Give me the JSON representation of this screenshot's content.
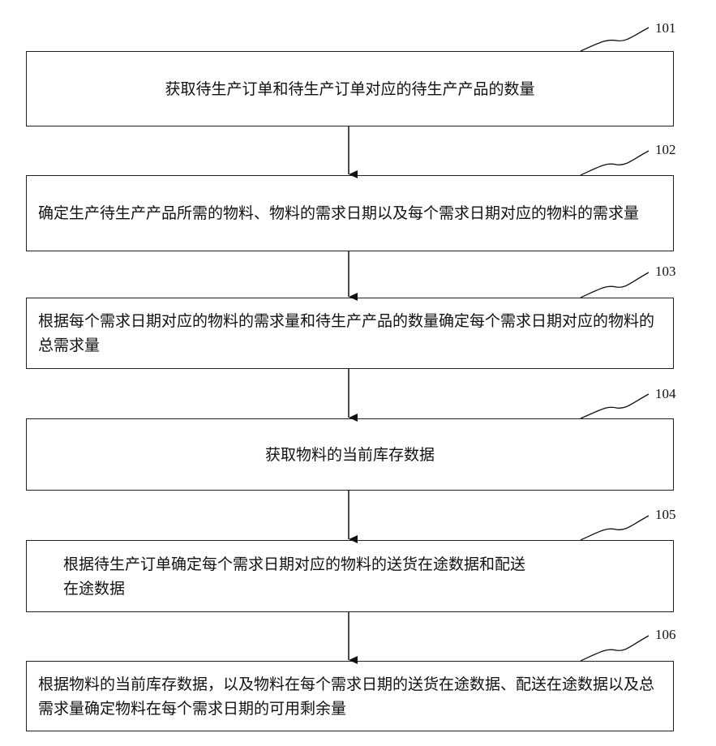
{
  "steps": [
    {
      "id": "101",
      "text": "获取待生产订单和待生产订单对应的待生产产品的数量"
    },
    {
      "id": "102",
      "text": "确定生产待生产产品所需的物料、物料的需求日期以及每个需求日期对应的物料的需求量"
    },
    {
      "id": "103",
      "text": "根据每个需求日期对应的物料的需求量和待生产产品的数量确定每个需求日期对应的物料的总需求量"
    },
    {
      "id": "104",
      "text": "获取物料的当前库存数据"
    },
    {
      "id": "105",
      "text": "根据待生产订单确定每个需求日期对应的物料的送货在途数据和配送在途数据"
    },
    {
      "id": "106",
      "text": "根据物料的当前库存数据，以及物料在每个需求日期的送货在途数据、配送在途数据以及总需求量确定物料在每个需求日期的可用剩余量"
    }
  ]
}
